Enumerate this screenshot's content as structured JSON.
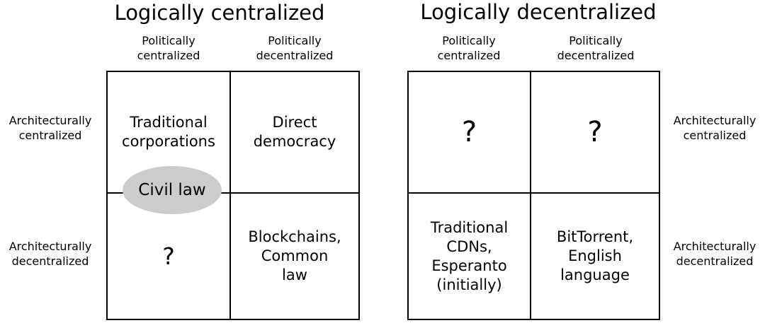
{
  "left_panel": {
    "title": "Logically centralized",
    "col_headers": [
      "Politically\ncentralized",
      "Politically\ndecentralized"
    ],
    "row_labels": [
      "Architecturally\ncentralized",
      "Architecturally\ndecentralized"
    ],
    "cells": {
      "top_left": "Traditional\ncorporations",
      "top_right": "Direct\ndemocracy",
      "bottom_left": "?",
      "bottom_right": "Blockchains,\nCommon\nlaw"
    },
    "overlay_label": "Civil law"
  },
  "right_panel": {
    "title": "Logically decentralized",
    "col_headers": [
      "Politically\ncentralized",
      "Politically\ndecentralized"
    ],
    "row_labels": [
      "Architecturally\ncentralized",
      "Architecturally\ndecentralized"
    ],
    "cells": {
      "top_left": "?",
      "top_right": "?",
      "bottom_left": "Traditional\nCDNs,\nEsperanto\n(initially)",
      "bottom_right": "BitTorrent,\nEnglish\nlanguage"
    }
  },
  "colors": {
    "line": "#000000",
    "text": "#000000",
    "ellipse_fill": "#cccccc"
  }
}
